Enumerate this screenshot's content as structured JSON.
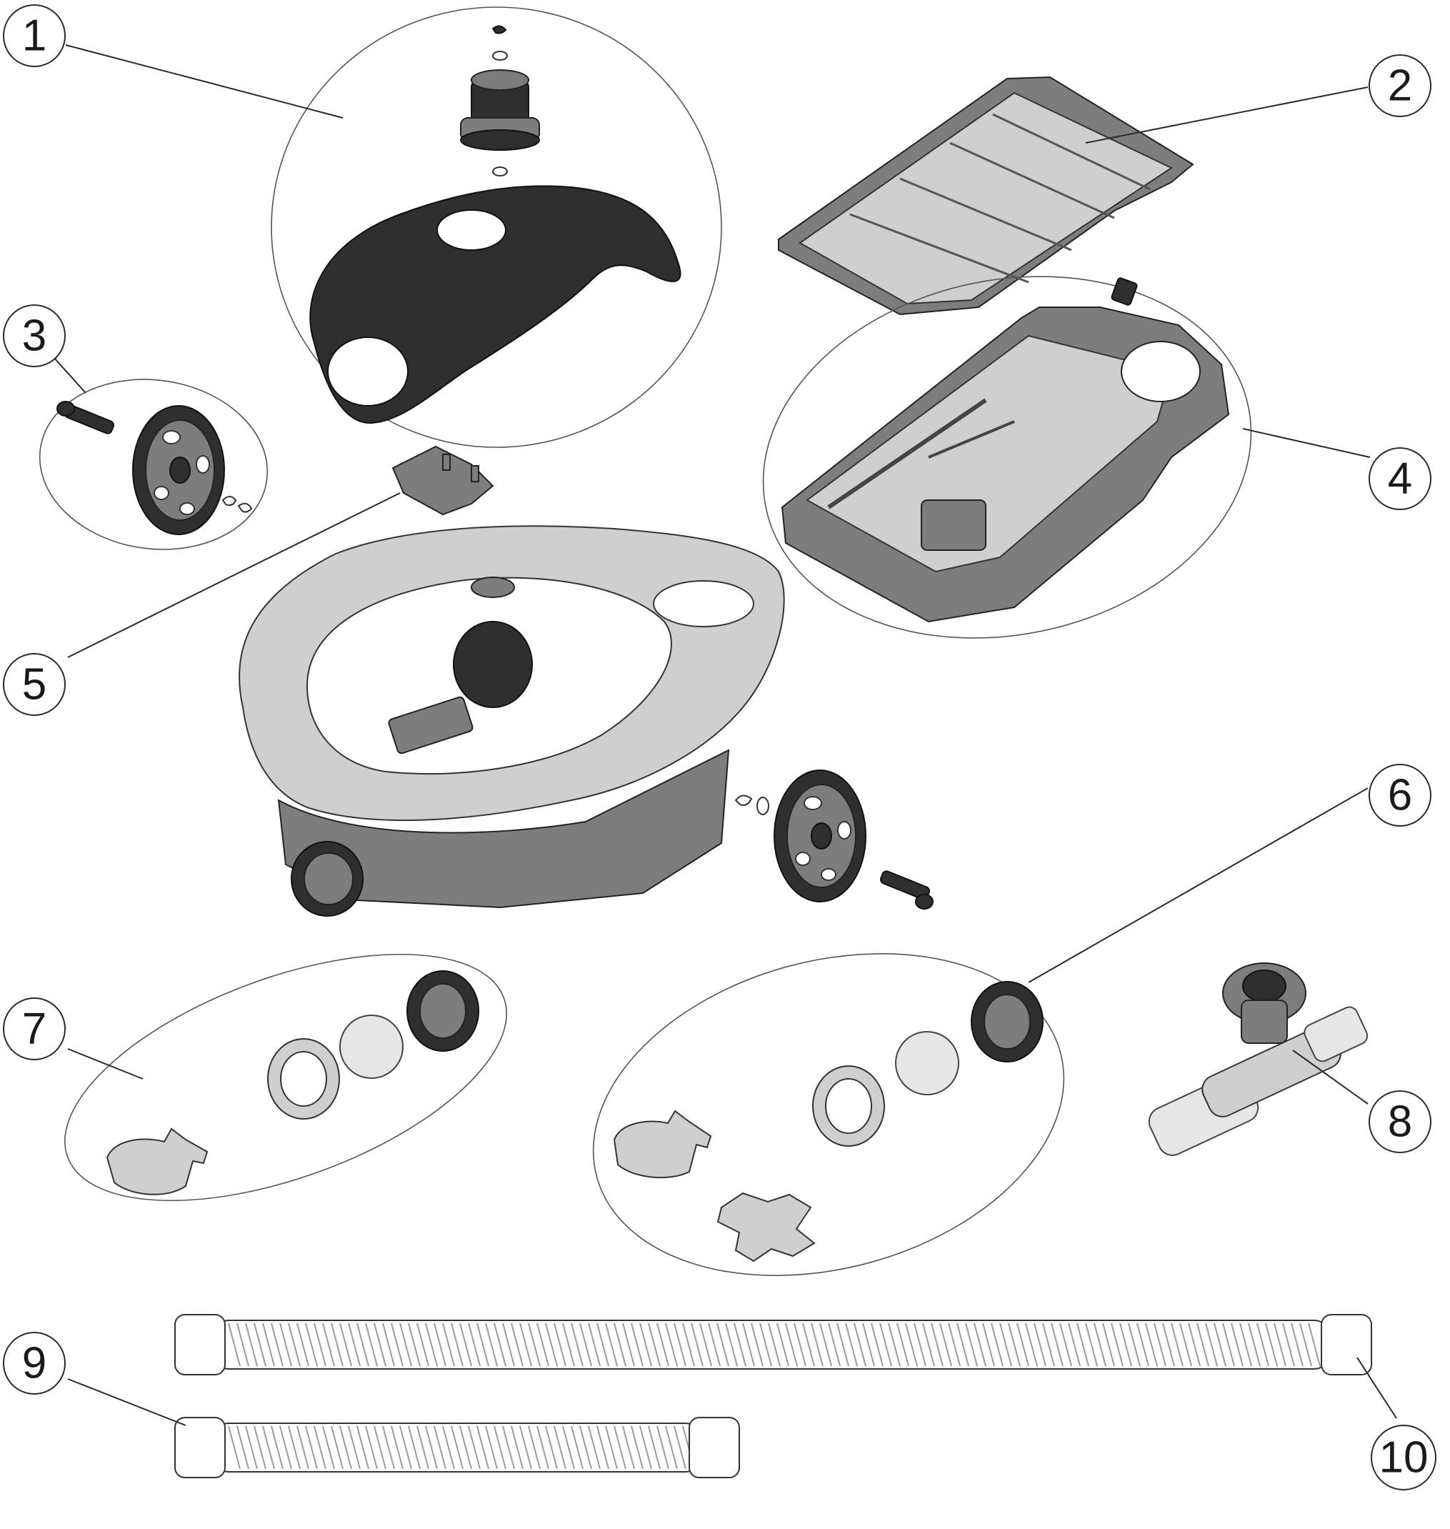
{
  "callouts": [
    {
      "id": "1",
      "label": "1"
    },
    {
      "id": "2",
      "label": "2"
    },
    {
      "id": "3",
      "label": "3"
    },
    {
      "id": "4",
      "label": "4"
    },
    {
      "id": "5",
      "label": "5"
    },
    {
      "id": "6",
      "label": "6"
    },
    {
      "id": "7",
      "label": "7"
    },
    {
      "id": "8",
      "label": "8"
    },
    {
      "id": "9",
      "label": "9"
    },
    {
      "id": "10",
      "label": "10"
    }
  ],
  "colors": {
    "dark_part": "#2f2f2f",
    "mid_part": "#7d7d7d",
    "light_part": "#cfcfcf",
    "line": "#2a2a2a"
  }
}
